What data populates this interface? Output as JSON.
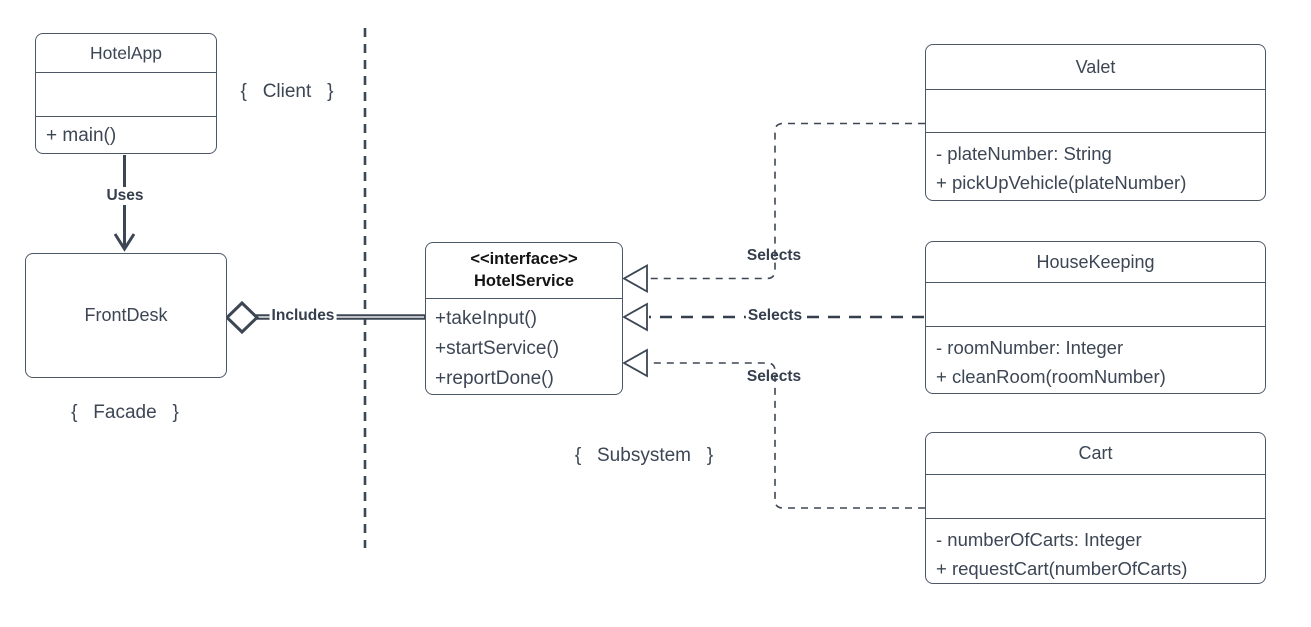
{
  "diagram": {
    "annotations": {
      "client": "{   Client   }",
      "facade": "{   Facade   }",
      "subsystem": "{   Subsystem   }"
    },
    "classes": {
      "hotel_app": {
        "name": "HotelApp",
        "members": [
          "+ main()"
        ]
      },
      "front_desk": {
        "name": "FrontDesk"
      },
      "hotel_service": {
        "stereotype": "<<interface>>",
        "name": "HotelService",
        "methods": [
          "+takeInput()",
          "+startService()",
          "+reportDone()"
        ]
      },
      "valet": {
        "name": "Valet",
        "members": [
          "- plateNumber: String",
          "+ pickUpVehicle(plateNumber)"
        ]
      },
      "house_keeping": {
        "name": "HouseKeeping",
        "members": [
          "- roomNumber: Integer",
          "+ cleanRoom(roomNumber)"
        ]
      },
      "cart": {
        "name": "Cart",
        "members": [
          "- numberOfCarts: Integer",
          "+ requestCart(numberOfCarts)"
        ]
      }
    },
    "edges": {
      "uses": {
        "label": "Uses"
      },
      "includes": {
        "label": "Includes"
      },
      "selects_valet": {
        "label": "Selects"
      },
      "selects_house_keeping": {
        "label": "Selects"
      },
      "selects_cart": {
        "label": "Selects"
      }
    },
    "colors": {
      "stroke": "#3c4654",
      "text": "#3c4654",
      "interface_text": "#141414",
      "background": "#ffffff"
    }
  }
}
